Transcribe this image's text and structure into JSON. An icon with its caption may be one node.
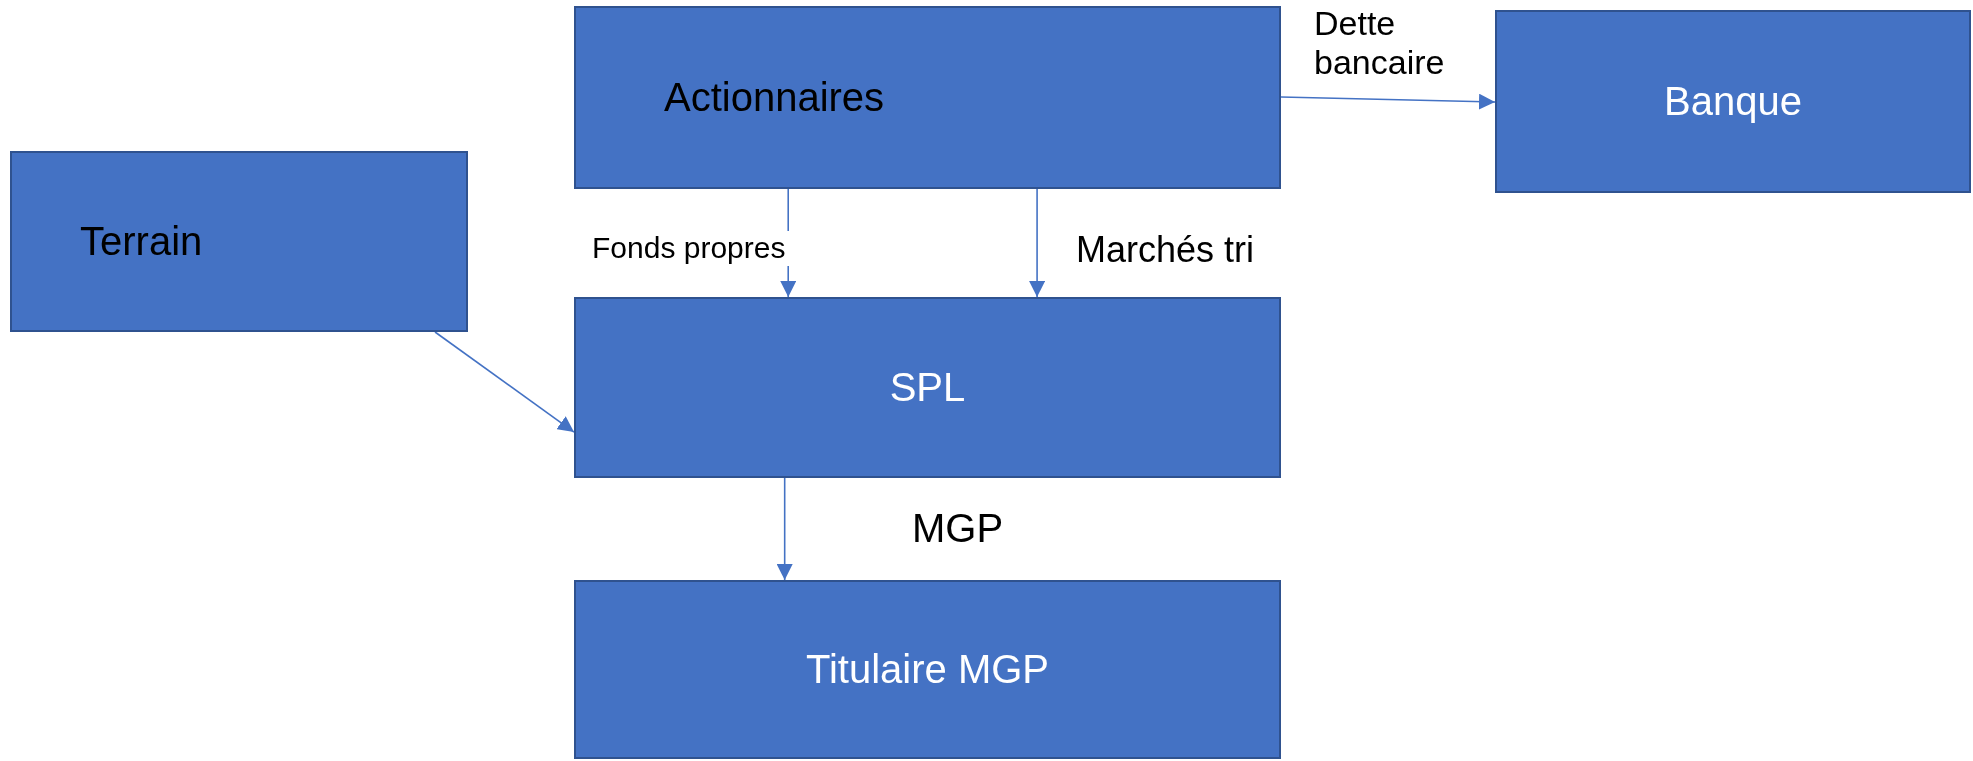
{
  "diagram": {
    "nodes": [
      {
        "text": [
          "Actionnaires"
        ]
      },
      {
        "text": [
          "Banque"
        ]
      },
      {
        "text": [
          "Terrain"
        ]
      },
      {
        "text": [
          "SPL"
        ]
      },
      {
        "text": [
          "Titulaire MGP"
        ]
      }
    ],
    "edges": [
      {
        "from": 0,
        "to": 1,
        "arrow": "to",
        "label": "Dette bancaire"
      },
      {
        "from": 0,
        "to": 3,
        "arrow": "to",
        "label": "Fonds propres"
      },
      {
        "from": 0,
        "to": 3,
        "arrow": "to",
        "label": "Marchés tri"
      },
      {
        "from": 2,
        "to": 3,
        "arrow": "to"
      },
      {
        "from": 3,
        "to": 4,
        "arrow": "to",
        "label": "MGP"
      }
    ]
  }
}
